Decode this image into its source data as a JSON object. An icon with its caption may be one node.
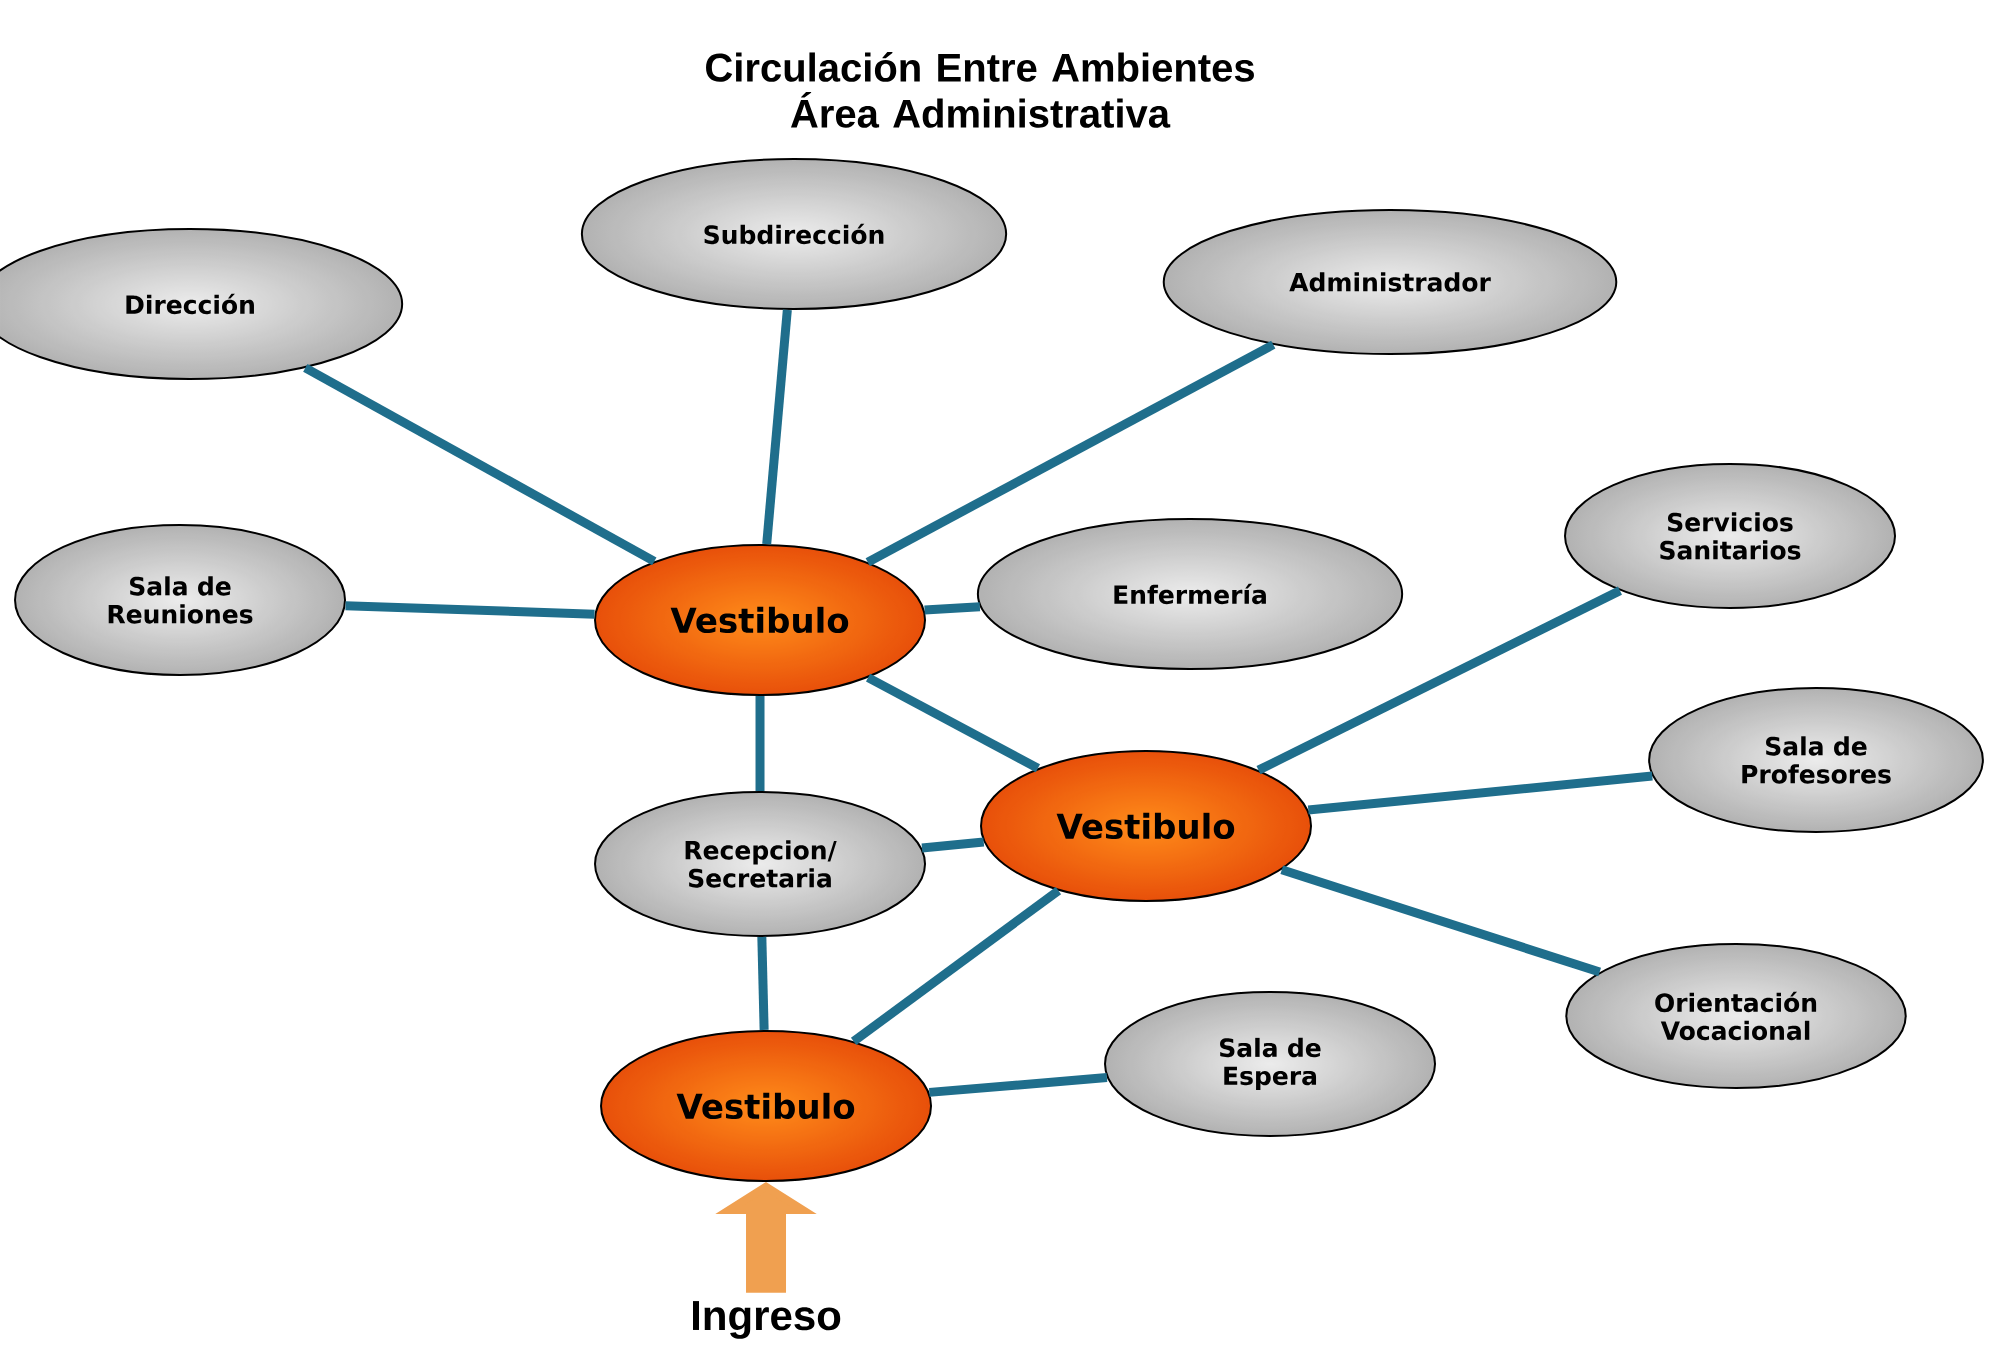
{
  "diagram": {
    "title": "Circulación Entre Ambientes Área Administrativa",
    "nodes": [
      {
        "text": [
          "Vestibulo"
        ]
      },
      {
        "text": [
          "Dirección"
        ]
      },
      {
        "text": [
          "Subdirección"
        ]
      },
      {
        "text": [
          "Administrador"
        ]
      },
      {
        "text": [
          "Sala de Reuniones"
        ]
      },
      {
        "text": [
          "Enfermería"
        ]
      },
      {
        "text": [
          "Servicios Sanitarios"
        ]
      },
      {
        "text": [
          "Vestibulo"
        ]
      },
      {
        "text": [
          "Sala de Profesores"
        ]
      },
      {
        "text": [
          "Recepcion/ Secretaria"
        ]
      },
      {
        "text": [
          "Orientación Vocacional"
        ]
      },
      {
        "text": [
          "Sala de Espera"
        ]
      },
      {
        "text": [
          "Vestibulo"
        ]
      },
      {
        "text": [
          "Ingreso"
        ]
      }
    ],
    "edges": [
      {
        "from": 1,
        "to": 0,
        "arrow": "none"
      },
      {
        "from": 2,
        "to": 0,
        "arrow": "none"
      },
      {
        "from": 3,
        "to": 0,
        "arrow": "none"
      },
      {
        "from": 4,
        "to": 0,
        "arrow": "none"
      },
      {
        "from": 0,
        "to": 5,
        "arrow": "none"
      },
      {
        "from": 0,
        "to": 9,
        "arrow": "none"
      },
      {
        "from": 0,
        "to": 7,
        "arrow": "none"
      },
      {
        "from": 7,
        "to": 6,
        "arrow": "none"
      },
      {
        "from": 7,
        "to": 8,
        "arrow": "none"
      },
      {
        "from": 7,
        "to": 10,
        "arrow": "none"
      },
      {
        "from": 9,
        "to": 7,
        "arrow": "none"
      },
      {
        "from": 9,
        "to": 12,
        "arrow": "none"
      },
      {
        "from": 12,
        "to": 7,
        "arrow": "none"
      },
      {
        "from": 12,
        "to": 11,
        "arrow": "none"
      },
      {
        "from": 13,
        "to": 12,
        "arrow": "to",
        "style": "thick",
        "color": "#f0a050"
      }
    ]
  }
}
